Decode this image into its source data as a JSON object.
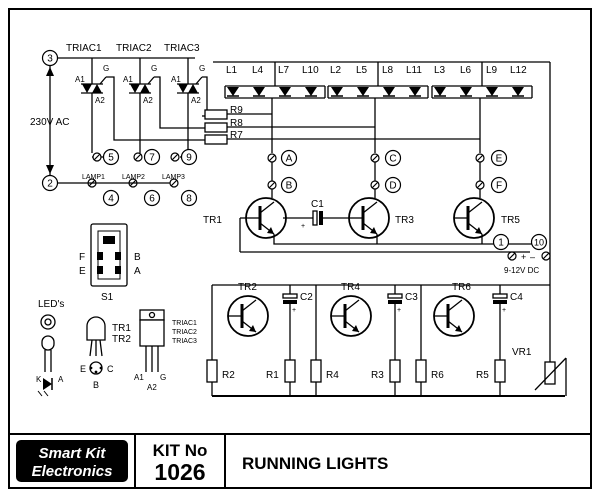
{
  "title_block": {
    "brand_line1": "Smart Kit",
    "brand_line2": "Electronics",
    "kit_label": "KIT No",
    "kit_number": "1026",
    "title": "RUNNING LIGHTS"
  },
  "supply_ac": {
    "label": "230V AC",
    "node_top": "3",
    "node_bottom": "2"
  },
  "supply_dc": {
    "label": "9-12V DC",
    "node_plus": "1",
    "node_minus": "10",
    "plus_sign": "+",
    "minus_sign": "–"
  },
  "triacs": [
    {
      "name": "TRIAC1",
      "a1": "A1",
      "a2": "A2",
      "g": "G"
    },
    {
      "name": "TRIAC2",
      "a1": "A1",
      "a2": "A2",
      "g": "G"
    },
    {
      "name": "TRIAC3",
      "a1": "A1",
      "a2": "A2",
      "g": "G"
    }
  ],
  "lamps": [
    {
      "name": "LAMP1",
      "node_a": "5",
      "node_b": "4"
    },
    {
      "name": "LAMP2",
      "node_a": "7",
      "node_b": "6"
    },
    {
      "name": "LAMP3",
      "node_a": "9",
      "node_b": "8"
    }
  ],
  "led_groups": [
    [
      "L1",
      "L4",
      "L7",
      "L10"
    ],
    [
      "L2",
      "L5",
      "L8",
      "L11"
    ],
    [
      "L3",
      "L6",
      "L9",
      "L12"
    ]
  ],
  "resistors_gate": [
    "R9",
    "R8",
    "R7"
  ],
  "test_points": [
    [
      "A",
      "B"
    ],
    [
      "C",
      "D"
    ],
    [
      "E",
      "F"
    ]
  ],
  "transistors_top": [
    "TR1",
    "TR3",
    "TR5"
  ],
  "transistors_bottom": [
    "TR2",
    "TR4",
    "TR6"
  ],
  "capacitors": [
    "C1",
    "C2",
    "C3",
    "C4"
  ],
  "bottom_resistors": [
    "R2",
    "R1",
    "R4",
    "R3",
    "R6",
    "R5"
  ],
  "trimmer": "VR1",
  "switch": {
    "name": "S1",
    "pins": [
      "F",
      "E",
      "B",
      "A"
    ]
  },
  "legend": {
    "leds_label": "LED's",
    "led_pins": [
      "K",
      "A"
    ],
    "tr_label1": "TR1",
    "tr_label2": "TR2",
    "tr_pins": [
      "E",
      "C",
      "B"
    ],
    "triac_names": [
      "TRIAC1",
      "TRIAC2",
      "TRIAC3"
    ],
    "triac_pins": [
      "A1",
      "G",
      "A2"
    ]
  },
  "colors": {
    "ink": "#000000",
    "paper": "#ffffff"
  }
}
